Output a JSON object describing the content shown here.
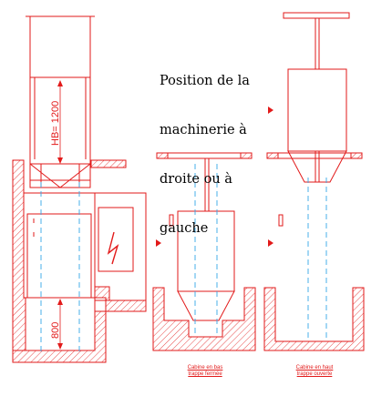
{
  "caption": {
    "lines": [
      "Position de la",
      "machinerie à",
      "droite ou à",
      "gauche"
    ]
  },
  "dimensions": {
    "height_label": "HB= 1200",
    "pit_label": "800"
  },
  "legend_left": {
    "line1": "Cabine en bas",
    "line2": "trappe fermée"
  },
  "legend_right": {
    "line1": "Cabine en haut",
    "line2": "trappe ouverte"
  },
  "colors": {
    "line": "#e21a1a",
    "axis": "#34a7e8",
    "text": "#000000"
  }
}
